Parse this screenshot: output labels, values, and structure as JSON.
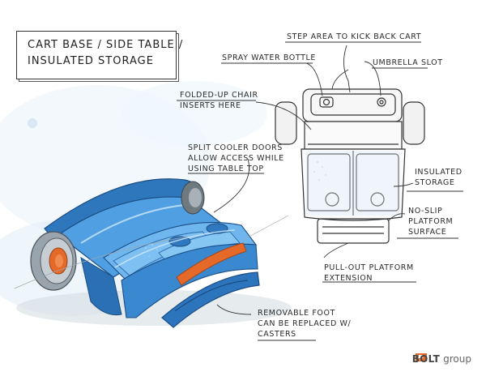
{
  "title": {
    "line1": "CART BASE / SIDE TABLE /",
    "line2": "INSULATED STORAGE"
  },
  "annotations": {
    "step_area": "STEP AREA TO KICK BACK CART",
    "spray_bottle": "SPRAY WATER BOTTLE",
    "umbrella_slot": "UMBRELLA SLOT",
    "chair_inserts_1": "FOLDED-UP CHAIR",
    "chair_inserts_2": "INSERTS HERE",
    "cooler_doors_1": "SPLIT COOLER DOORS",
    "cooler_doors_2": "ALLOW ACCESS WHILE",
    "cooler_doors_3": "USING TABLE TOP",
    "insulated_1": "INSULATED",
    "insulated_2": "STORAGE",
    "no_slip_1": "NO-SLIP",
    "no_slip_2": "PLATFORM",
    "no_slip_3": "SURFACE",
    "pullout_1": "PULL-OUT PLATFORM",
    "pullout_2": "EXTENSION",
    "foot_1": "REMOVABLE FOOT",
    "foot_2": "CAN BE REPLACED W/",
    "foot_3": "CASTERS"
  },
  "logo": {
    "bolt": "BOLT",
    "group": "group"
  },
  "colors": {
    "cart_blue": "#3d8fd6",
    "cart_dark_blue": "#1f5d9c",
    "cart_light_blue": "#8cc6f0",
    "accent_orange": "#e56a2a",
    "wheel_gray": "#8a949c",
    "ink": "#2a2a2a"
  }
}
